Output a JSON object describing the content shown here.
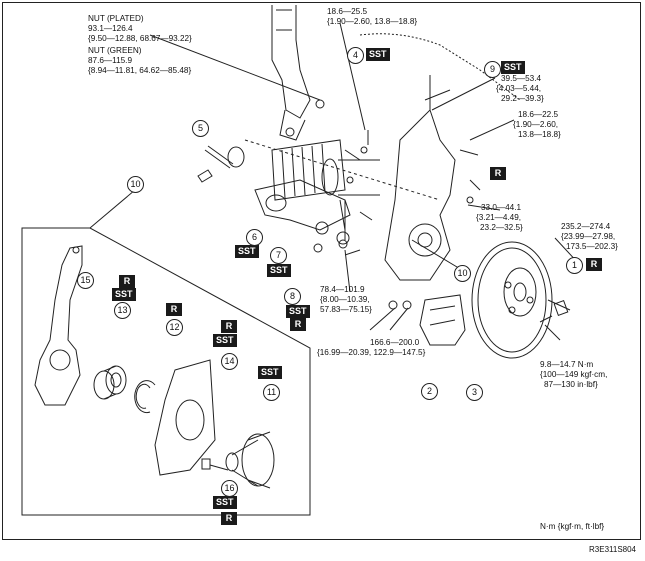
{
  "torques": {
    "nut_plated_label": "NUT (PLATED)",
    "nut_plated_l1": "93.1—126.4",
    "nut_plated_l2": "{9.50—12.88, 68.67—93.22}",
    "nut_green_label": "NUT (GREEN)",
    "nut_green_l1": "87.6—115.9",
    "nut_green_l2": "{8.94—11.81, 64.62—85.48}",
    "top_l1": "18.6—25.5",
    "top_l2": "{1.90—2.60, 13.8—18.8}",
    "ball_l1": "39.5—53.4",
    "ball_l2": "{4.03—5.44,",
    "ball_l3": "29.2—39.3}",
    "sensor_l1": "18.6—22.5",
    "sensor_l2": "{1.90—2.60,",
    "sensor_l3": "13.8—18.8}",
    "mid_l1": "33.0—44.1",
    "mid_l2": "{3.21—4.49,",
    "mid_l3": "23.2—32.5}",
    "hub_nut_l1": "235.2—274.4",
    "hub_nut_l2": "{23.99—27.98,",
    "hub_nut_l3": "173.5—202.3}",
    "tie_l1": "78.4—101.9",
    "tie_l2": "{8.00—10.39,",
    "tie_l3": "57.83—75.15}",
    "caliper_l1": "166.6—200.0",
    "caliper_l2": "{16.99—20.39, 122.9—147.5}",
    "disc_l1": "9.8—14.7 N·m",
    "disc_l2": "{100—149 kgf·cm,",
    "disc_l3": "87—130 in·lbf}"
  },
  "units_label": "N·m {kgf·m, ft·lbf}",
  "figure_code": "R3E311S804",
  "badges": {
    "sst": "SST",
    "r": "R"
  },
  "callouts": [
    "1",
    "2",
    "3",
    "4",
    "5",
    "6",
    "7",
    "8",
    "9",
    "10",
    "11",
    "12",
    "13",
    "14",
    "15",
    "16"
  ]
}
